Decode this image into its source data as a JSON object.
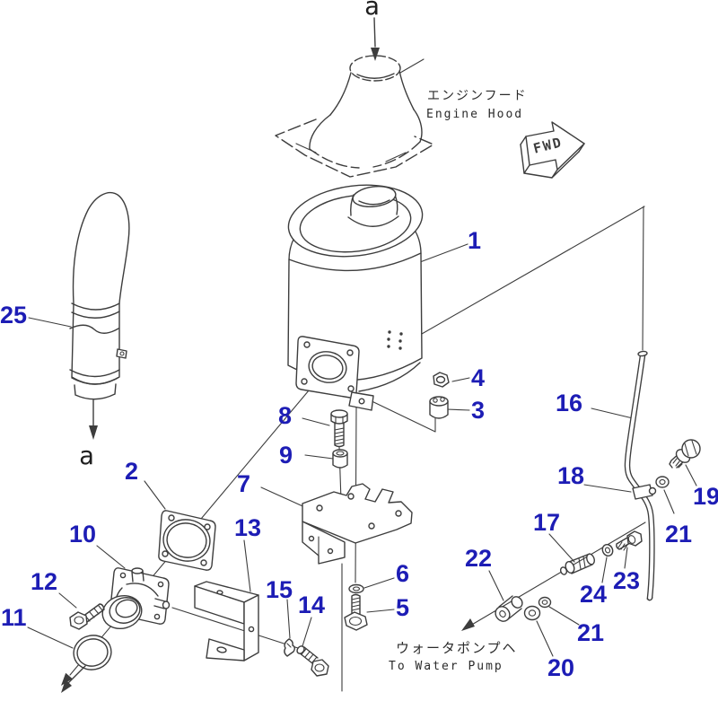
{
  "diagram": {
    "kind": "exploded parts diagram",
    "colors": {
      "callout": "#1d1db5",
      "line": "#3d3d3d",
      "background": "#ffffff"
    }
  },
  "annotations": {
    "engine_hood_jp": "エンジンフード",
    "engine_hood_en": "Engine Hood",
    "water_pump_jp": "ウォータポンプヘ",
    "water_pump_en": "To Water Pump",
    "fwd_label": "FWD",
    "section_marker_top": "a",
    "section_marker_side": "a"
  },
  "callouts": [
    {
      "text": "1"
    },
    {
      "text": "2"
    },
    {
      "text": "3"
    },
    {
      "text": "4"
    },
    {
      "text": "5"
    },
    {
      "text": "6"
    },
    {
      "text": "7"
    },
    {
      "text": "8"
    },
    {
      "text": "9"
    },
    {
      "text": "10"
    },
    {
      "text": "11"
    },
    {
      "text": "12"
    },
    {
      "text": "13"
    },
    {
      "text": "14"
    },
    {
      "text": "15"
    },
    {
      "text": "16"
    },
    {
      "text": "17"
    },
    {
      "text": "18"
    },
    {
      "text": "19"
    },
    {
      "text": "20"
    },
    {
      "text": "21"
    },
    {
      "text": "21"
    },
    {
      "text": "22"
    },
    {
      "text": "23"
    },
    {
      "text": "24"
    },
    {
      "text": "25"
    }
  ]
}
